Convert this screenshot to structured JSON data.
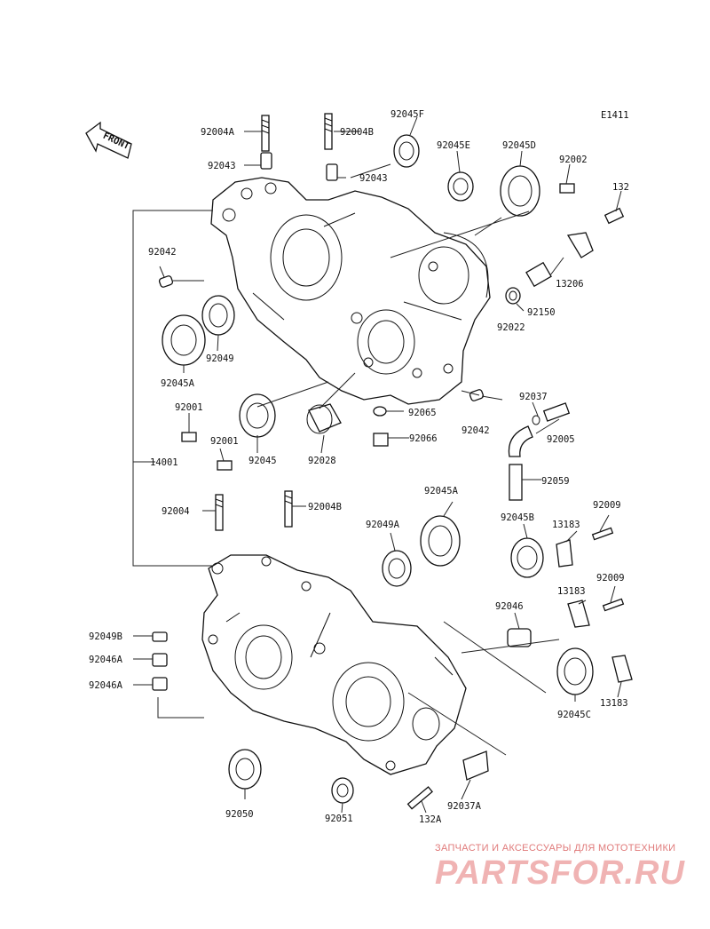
{
  "diagram": {
    "ref_code": "E1411",
    "front_label": "FRONT",
    "labels": [
      "92004A",
      "92004B",
      "92045F",
      "92043",
      "92043",
      "92045E",
      "92045D",
      "92002",
      "132",
      "92042",
      "13206",
      "92150",
      "92022",
      "92049",
      "92045A",
      "92037",
      "92001",
      "92065",
      "92042",
      "92005",
      "92001",
      "92045",
      "92028",
      "92066",
      "14001",
      "92059",
      "92004",
      "92004B",
      "92045A",
      "92009",
      "92049A",
      "92045B",
      "13183",
      "13183",
      "92009",
      "92046",
      "92049B",
      "92046A",
      "92046A",
      "13183",
      "92045C",
      "92050",
      "92051",
      "132A",
      "92037A"
    ]
  },
  "watermark": {
    "tagline": "ЗАПЧАСТИ И АКСЕССУАРЫ ДЛЯ МОТОТЕХНИКИ",
    "logo": "PARTSFOR.RU"
  }
}
